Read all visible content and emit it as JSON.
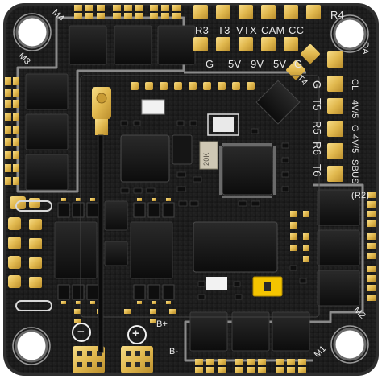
{
  "board_labels": {
    "motor1": "M1",
    "motor2": "M2",
    "motor3": "M3",
    "motor4": "M4",
    "top_pads": [
      "R3",
      "T3",
      "VTX",
      "CAM",
      "CC"
    ],
    "top_pads_power": [
      "G",
      "5V",
      "9V",
      "5V",
      "G"
    ],
    "r4": "R4",
    "da": "DA",
    "t4": "T4",
    "right_column": [
      "G",
      "T5",
      "R5",
      "R6",
      "T6"
    ],
    "cl": "CL",
    "v45": "4V/5",
    "g45": "G 4V/5",
    "sbus": "SBUS",
    "r2": "(R2)",
    "b_plus": "B+",
    "b_minus": "B-",
    "minus_symbol": "−",
    "plus_symbol": "+",
    "chip_marking": "20K"
  },
  "colors": {
    "pcb": "#1b1b1b",
    "pcb_edge": "#3a3a3a",
    "pad_gold": "#e8c25a",
    "silk": "#e8e8e8",
    "chip": "#121212",
    "frame": "#8a8a8a"
  }
}
